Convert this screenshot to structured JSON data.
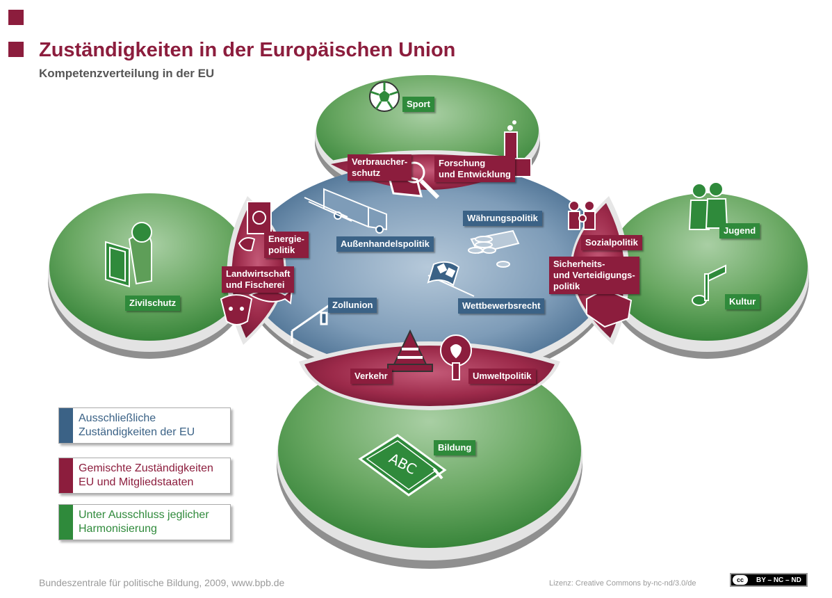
{
  "header": {
    "title": "Zuständigkeiten in der Europäischen Union",
    "subtitle": "Kompetenzverteilung in der EU"
  },
  "colors": {
    "exclusive": "#3b6286",
    "shared": "#8c1d3d",
    "supporting": "#2f8a3b"
  },
  "diagram": {
    "exclusive": {
      "aussenhandel": "Außenhandelspolitik",
      "waehrung": "Währungspolitik",
      "zollunion": "Zollunion",
      "wettbewerb": "Wettbewerbsrecht"
    },
    "shared": {
      "verbraucherschutz": "Verbraucher-\nschutz",
      "forschung": "Forschung\nund Entwicklung",
      "energie": "Energie-\npolitik",
      "landwirtschaft": "Landwirtschaft\nund Fischerei",
      "sozial": "Sozialpolitik",
      "sicherheit": "Sicherheits-\nund Verteidigungs-\npolitik",
      "verkehr": "Verkehr",
      "umwelt": "Umweltpolitik"
    },
    "supporting": {
      "sport": "Sport",
      "zivilschutz": "Zivilschutz",
      "jugend": "Jugend",
      "kultur": "Kultur",
      "bildung": "Bildung"
    },
    "icons": {
      "sport": "soccer-ball-icon",
      "zivilschutz": "shield-person-icon",
      "jugend": "people-icon",
      "kultur": "music-note-icon",
      "bildung": "chalkboard-icon",
      "verbraucherschutz": "magnifier-icon",
      "forschung": "laboratory-icon",
      "energie": "power-plug-icon",
      "landwirtschaft": "cow-fish-icon",
      "sozial": "family-icon",
      "sicherheit": "police-car-icon",
      "verkehr": "traffic-cone-icon",
      "umwelt": "tree-icon",
      "aussenhandel": "truck-icon",
      "waehrung": "coins-icon",
      "zollunion": "barrier-icon",
      "wettbewerb": "checkered-flag-icon"
    },
    "chalkboard_text": "ABC"
  },
  "legend": [
    {
      "line1": "Ausschließliche",
      "line2": "Zuständigkeiten der EU"
    },
    {
      "line1": "Gemischte Zuständigkeiten",
      "line2": "EU und Mitgliedstaaten"
    },
    {
      "line1": "Unter Ausschluss jeglicher",
      "line2": "Harmonisierung"
    }
  ],
  "footer": {
    "source": "Bundeszentrale für politische Bildung, 2009, www.bpb.de",
    "license": "Lizenz: Creative Commons by-nc-nd/3.0/de",
    "badge_cc": "cc",
    "badge_text": "BY – NC – ND"
  }
}
